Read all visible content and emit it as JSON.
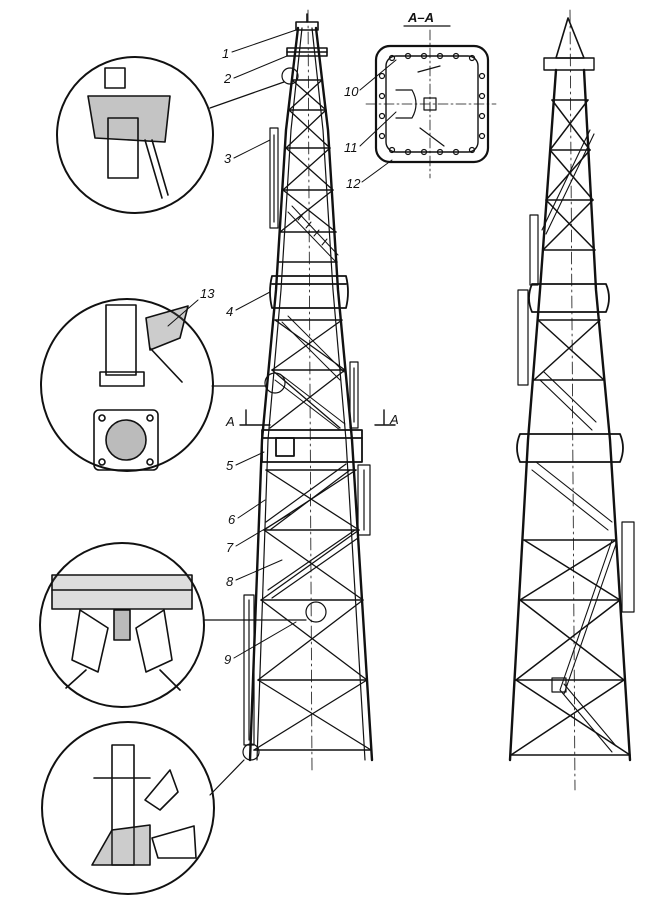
{
  "section_title": "A–A",
  "section_marker": "A",
  "callouts": [
    {
      "id": "1",
      "text": "1"
    },
    {
      "id": "2",
      "text": "2"
    },
    {
      "id": "3",
      "text": "3"
    },
    {
      "id": "4",
      "text": "4"
    },
    {
      "id": "5",
      "text": "5"
    },
    {
      "id": "6",
      "text": "6"
    },
    {
      "id": "7",
      "text": "7"
    },
    {
      "id": "8",
      "text": "8"
    },
    {
      "id": "9",
      "text": "9"
    },
    {
      "id": "10",
      "text": "10"
    },
    {
      "id": "11",
      "text": "11"
    },
    {
      "id": "12",
      "text": "12"
    },
    {
      "id": "13",
      "text": "13"
    }
  ],
  "ink_color": "#111111"
}
